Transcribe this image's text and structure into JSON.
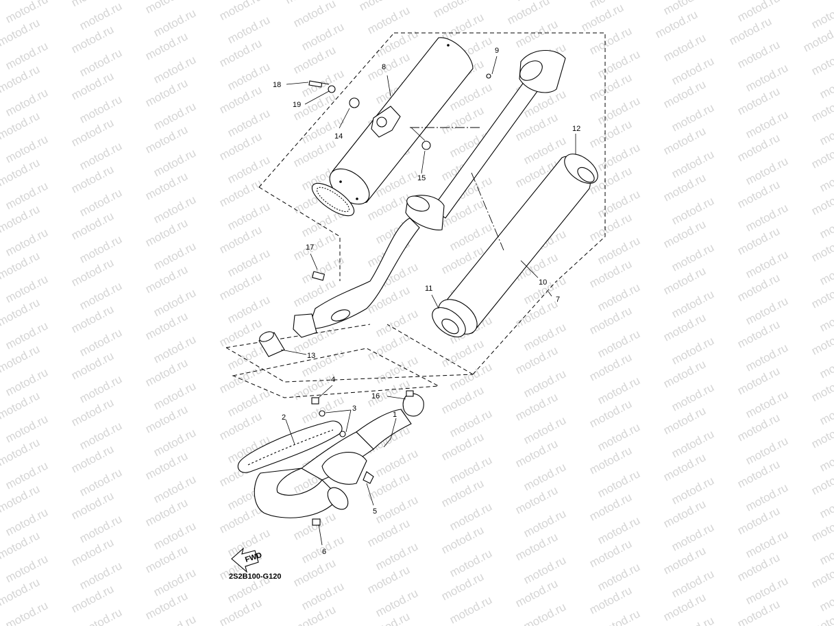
{
  "watermark": {
    "text": "motod.ru",
    "color": "#d4d4d4"
  },
  "diagram": {
    "code": "2S2B100-G120",
    "fwd_arrow_text": "FWD",
    "callouts": [
      {
        "id": "c1",
        "label": "1"
      },
      {
        "id": "c2",
        "label": "2"
      },
      {
        "id": "c3",
        "label": "3"
      },
      {
        "id": "c4",
        "label": "4"
      },
      {
        "id": "c5",
        "label": "5"
      },
      {
        "id": "c6",
        "label": "6"
      },
      {
        "id": "c7",
        "label": "7"
      },
      {
        "id": "c8",
        "label": "8"
      },
      {
        "id": "c9",
        "label": "9"
      },
      {
        "id": "c10",
        "label": "10"
      },
      {
        "id": "c11",
        "label": "11"
      },
      {
        "id": "c12",
        "label": "12"
      },
      {
        "id": "c13",
        "label": "13"
      },
      {
        "id": "c14",
        "label": "14"
      },
      {
        "id": "c15",
        "label": "15"
      },
      {
        "id": "c16",
        "label": "16"
      },
      {
        "id": "c17",
        "label": "17"
      },
      {
        "id": "c18",
        "label": "18"
      },
      {
        "id": "c19",
        "label": "19"
      }
    ]
  }
}
